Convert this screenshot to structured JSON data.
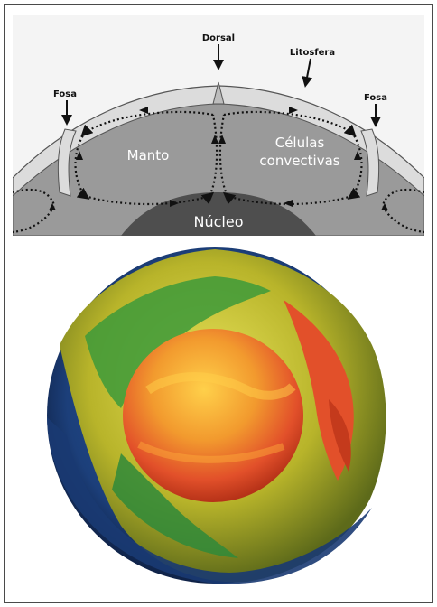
{
  "top_diagram": {
    "labels": {
      "dorsal": "Dorsal",
      "litosfera": "Litosfera",
      "fosa_left": "Fosa",
      "fosa_right": "Fosa",
      "manto": "Manto",
      "celulas_line1": "Células",
      "celulas_line2": "convectivas",
      "nucleo": "Núcleo"
    },
    "colors": {
      "background": "#f4f4f4",
      "mantle": "#9a9a9a",
      "lithosphere": "#dcdcdc",
      "core": "#4e4e4e",
      "arrows": "#111111"
    }
  },
  "bottom_image": {
    "colors": {
      "outer_shell": "#1c3f7a",
      "mantle_yellow": "#d9d23a",
      "mantle_green": "#3d9a3a",
      "plume_red": "#e2502a",
      "core_orange": "#f08a2a"
    }
  }
}
